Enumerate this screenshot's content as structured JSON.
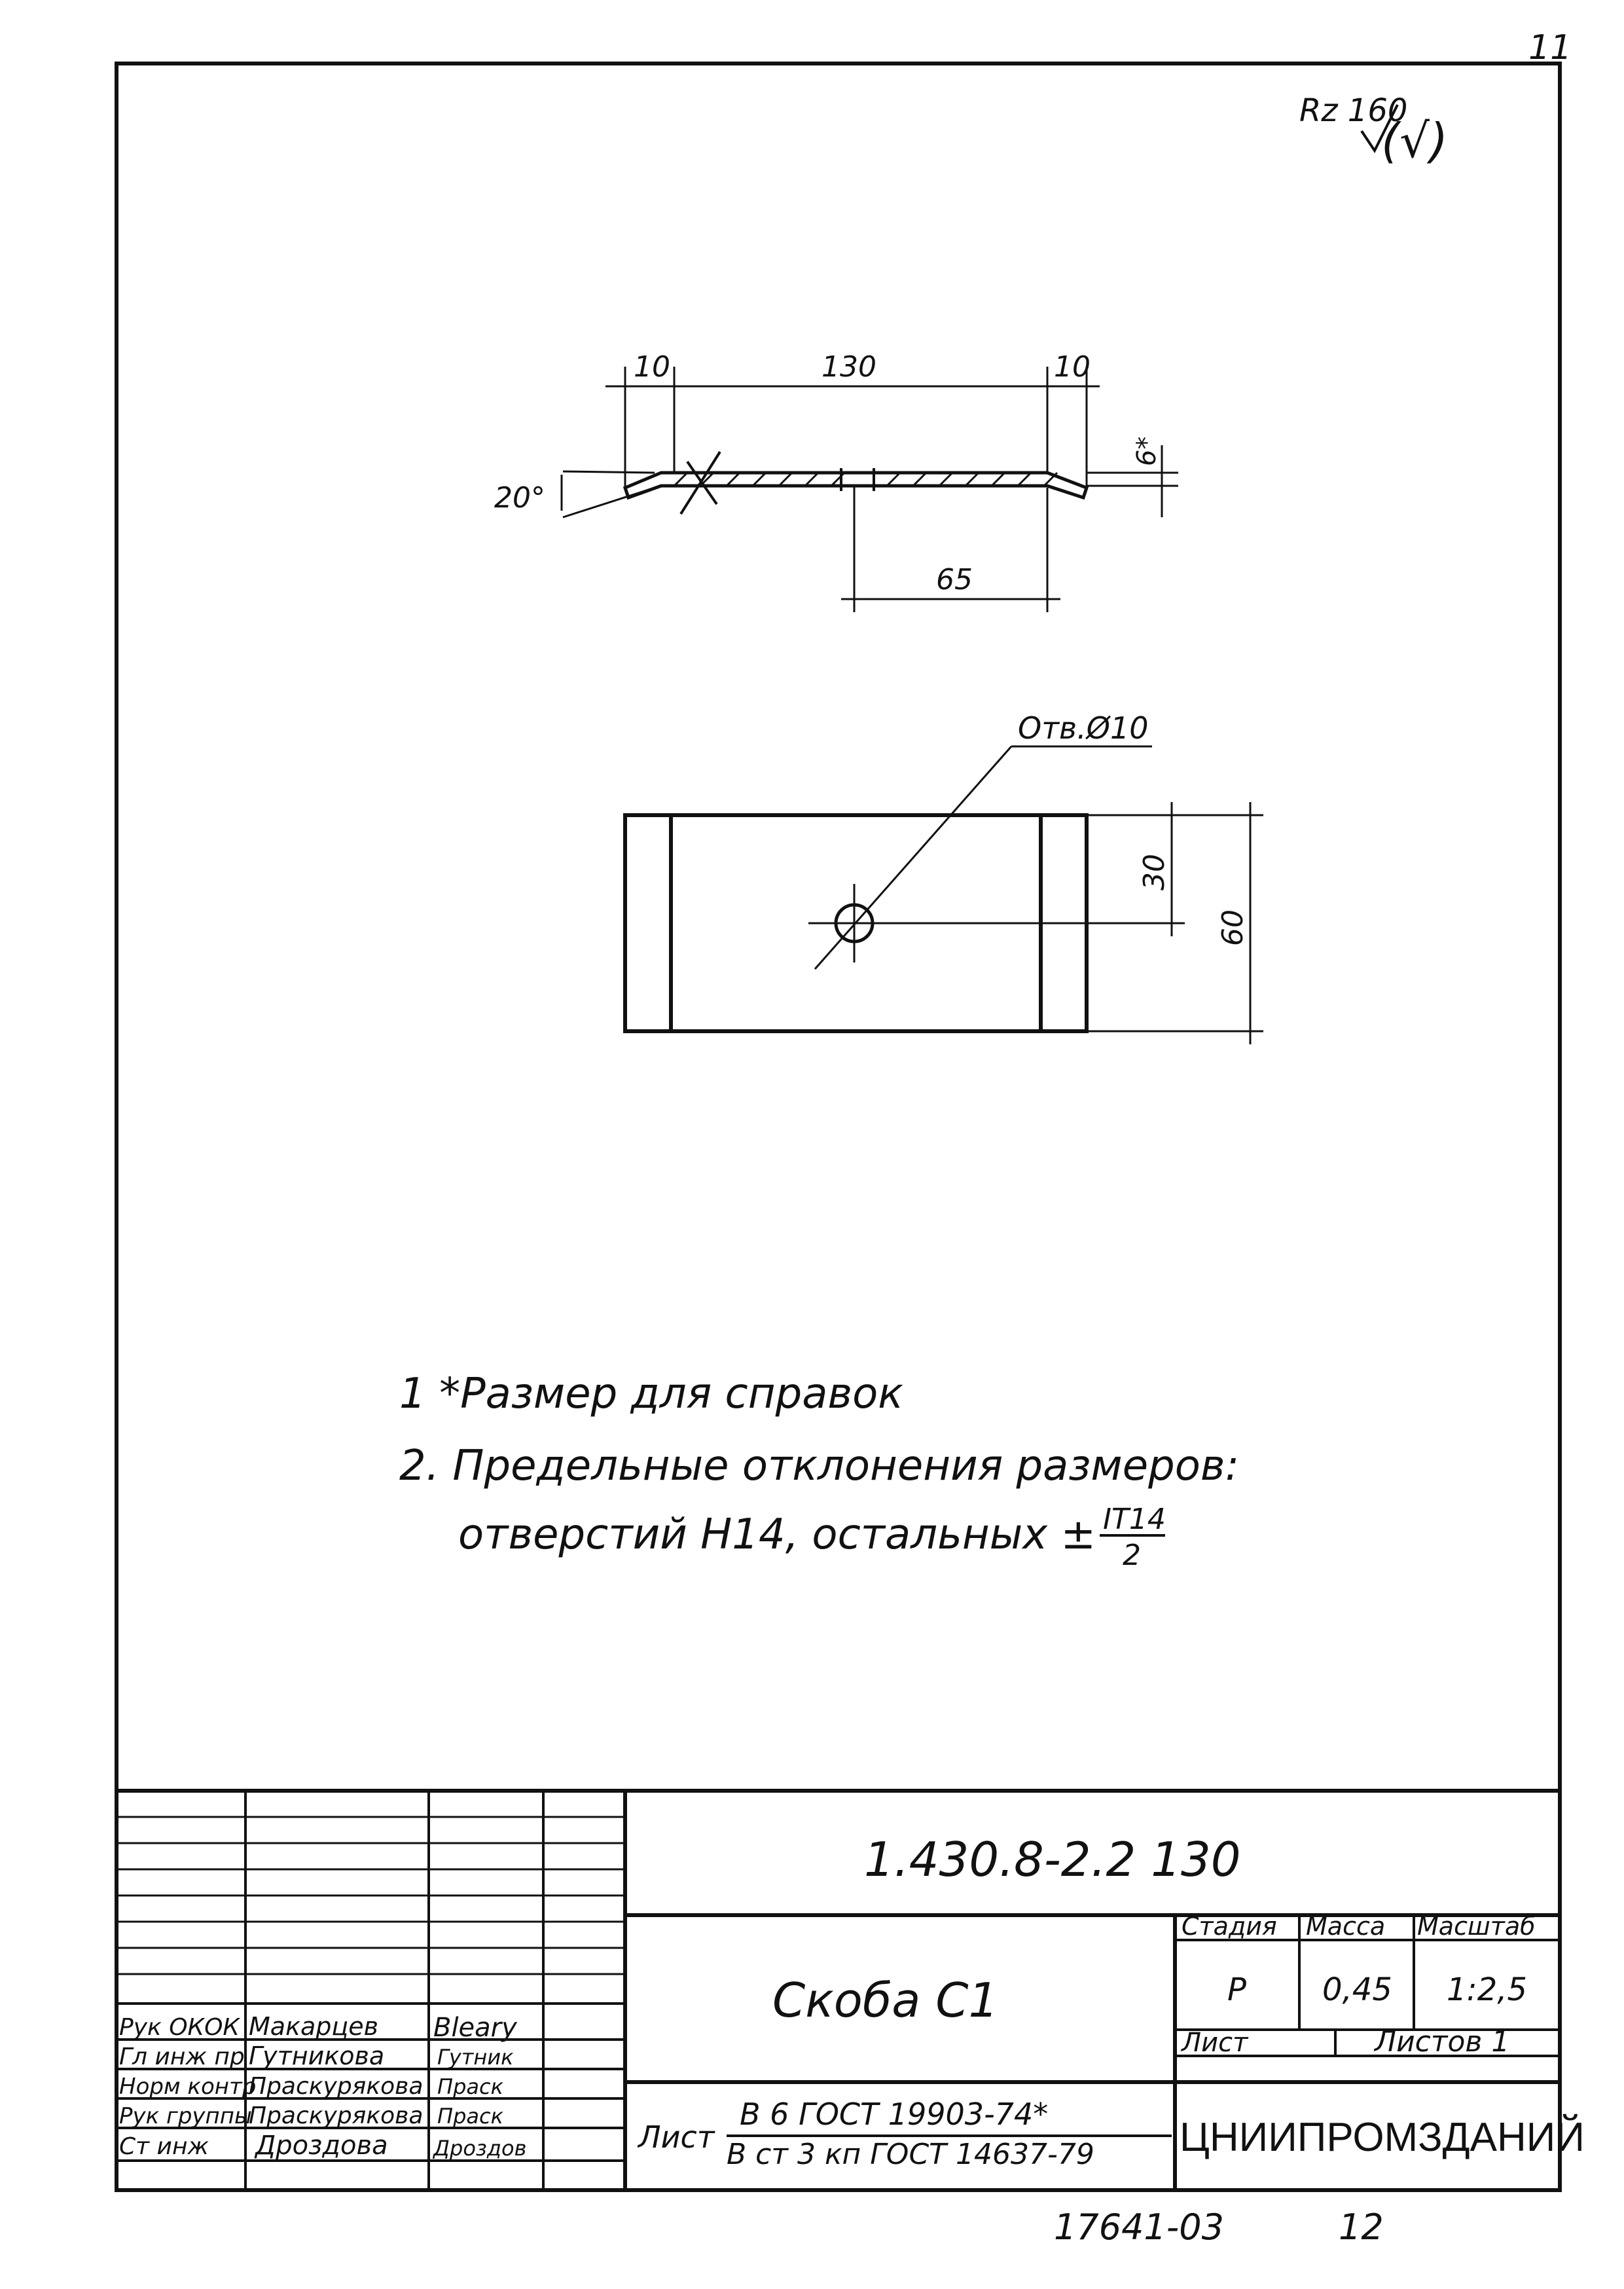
{
  "page_number": "11",
  "roughness": {
    "label": "Rz 160",
    "suffix": "(√)"
  },
  "drawing": {
    "side_view": {
      "dim_left_edge": "10",
      "dim_length": "130",
      "dim_right_edge": "10",
      "dim_thickness": "6*",
      "dim_angle": "20°",
      "dim_hole_offset": "65"
    },
    "plan_view": {
      "hole_callout": "Отв.Ø10",
      "dim_half_width": "30",
      "dim_width": "60"
    }
  },
  "notes": {
    "line1": "1 *Размер для справок",
    "line2": "2. Предельные отклонения размеров:",
    "line3_prefix": "отверстий  H14, остальных ±",
    "line3_num": "IT14",
    "line3_den": "2"
  },
  "title_block": {
    "document_code": "1.430.8-2.2 130",
    "part_name": "Скоба С1",
    "stage_label": "Стадия",
    "mass_label": "Масса",
    "scale_label": "Масштаб",
    "stage_value": "Р",
    "mass_value": "0,45",
    "scale_value": "1:2,5",
    "sheet_label": "Лист",
    "sheets_label": "Листов 1",
    "material_prefix": "Лист",
    "material_top": "В 6 ГОСТ 19903-74*",
    "material_bottom": "В ст 3 кп ГОСТ 14637-79",
    "organization": "ЦНИИПРОМЗДАНИЙ",
    "staff": [
      {
        "role": "Рук ОКОК",
        "name": "Макарцев",
        "signature": "Bleary"
      },
      {
        "role": "Гл инж пр",
        "name": "Гутникова",
        "signature": "Гутник"
      },
      {
        "role": "Норм контр",
        "name": "Праскурякова",
        "signature": "Праск"
      },
      {
        "role": "Рук группы",
        "name": "Праскурякова",
        "signature": "Праск"
      },
      {
        "role": "Ст инж",
        "name": "Дроздова",
        "signature": "Дроздов"
      }
    ]
  },
  "footer": {
    "archive_number": "17641-03",
    "page": "12"
  }
}
